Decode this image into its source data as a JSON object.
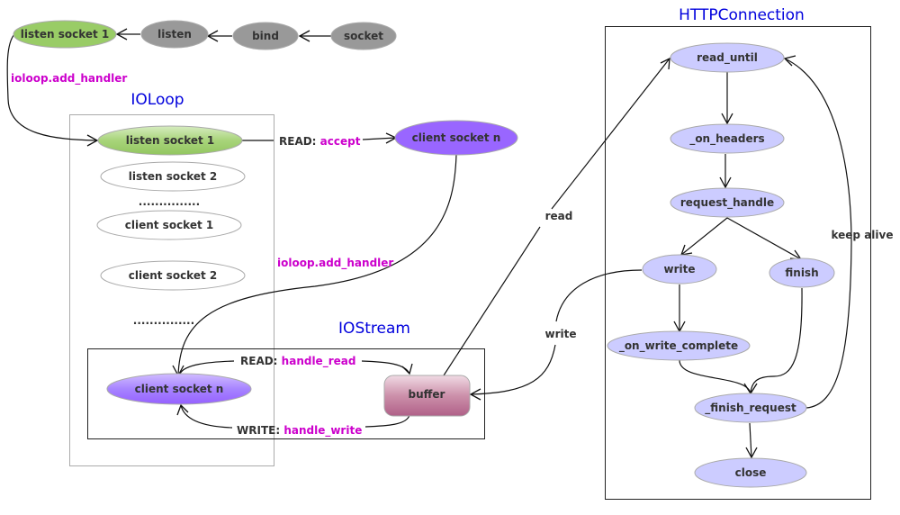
{
  "titles": {
    "ioloop": "IOLoop",
    "iostream": "IOStream",
    "httpconnection": "HTTPConnection"
  },
  "setup_chain": {
    "socket": "socket",
    "bind": "bind",
    "listen": "listen",
    "listen_socket_1": "listen socket 1"
  },
  "ioloop": {
    "items": [
      "listen socket 1",
      "listen socket 2",
      "...............",
      "client socket 1",
      "client socket 2",
      "..............."
    ]
  },
  "client_socket_n": "client socket n",
  "iostream": {
    "client_socket_n": "client socket n",
    "buffer": "buffer"
  },
  "httpconnection": {
    "read_until": "read_until",
    "on_headers": "_on_headers",
    "request_handle": "request_handle",
    "write": "write",
    "finish": "finish",
    "on_write_complete": "_on_write_complete",
    "finish_request": "_finish_request",
    "close": "close"
  },
  "edge_labels": {
    "add_handler_1": "ioloop.add_handler",
    "add_handler_2": "ioloop.add_handler",
    "read_accept_prefix": "READ: ",
    "read_accept_fn": "accept",
    "read_handle_prefix": "READ: ",
    "read_handle_fn": "handle_read",
    "write_handle_prefix": "WRITE: ",
    "write_handle_fn": "handle_write",
    "read": "read",
    "write": "write",
    "keep_alive": "keep alive"
  },
  "colors": {
    "title_blue": "#0000dd",
    "handler_magenta": "#cc00cc",
    "setup_gray": "#999999",
    "listen_green": "#99cc66",
    "client_purple": "#9966ff",
    "buffer_pink": "#b8708f",
    "http_lavender": "#ccccff"
  }
}
